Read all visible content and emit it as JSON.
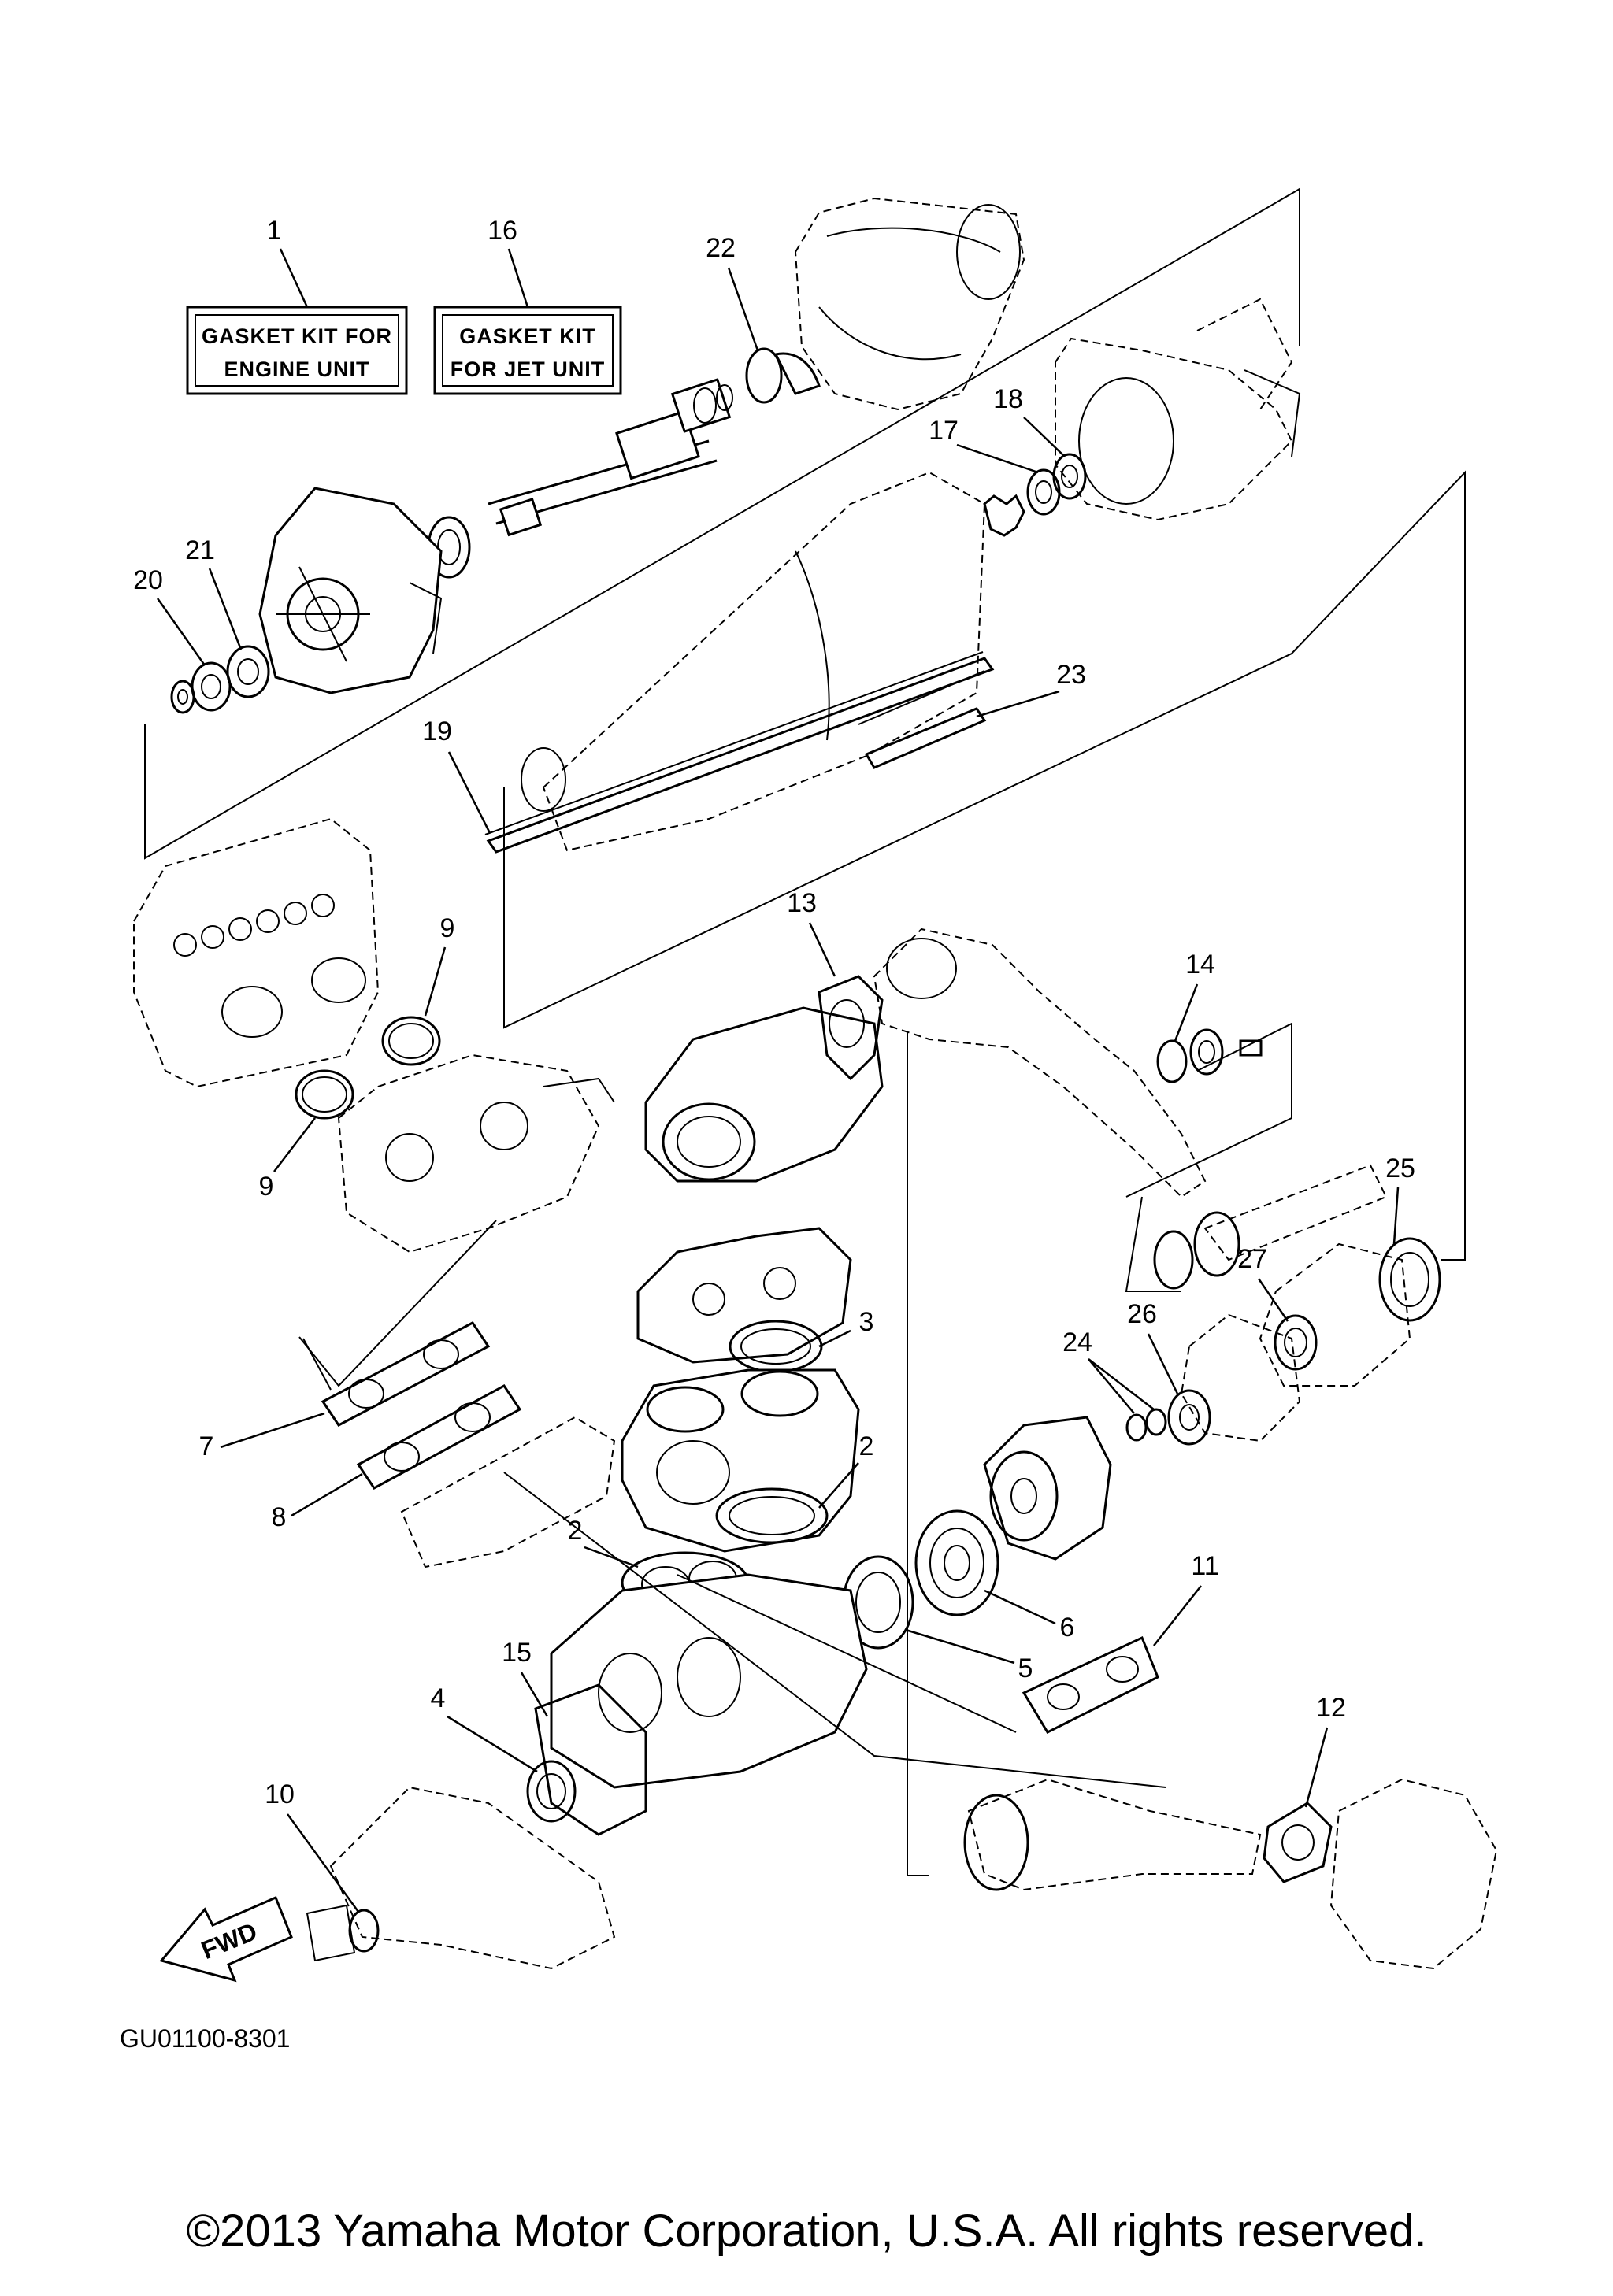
{
  "kits": [
    {
      "number": "1",
      "line1": "GASKET KIT FOR",
      "line2": "ENGINE UNIT"
    },
    {
      "number": "16",
      "line1": "GASKET KIT",
      "line2": "FOR JET UNIT"
    }
  ],
  "part_labels": {
    "p2a": "2",
    "p2b": "2",
    "p3": "3",
    "p4": "4",
    "p5": "5",
    "p6": "6",
    "p7": "7",
    "p8": "8",
    "p9a": "9",
    "p9b": "9",
    "p10": "10",
    "p11": "11",
    "p12": "12",
    "p13": "13",
    "p14": "14",
    "p15": "15",
    "p17": "17",
    "p18": "18",
    "p19": "19",
    "p20": "20",
    "p21": "21",
    "p22": "22",
    "p23": "23",
    "p24": "24",
    "p25": "25",
    "p26": "26",
    "p27": "27"
  },
  "fwd_label": "FWD",
  "diagram_code": "GU01100-8301",
  "copyright": "©2013 Yamaha Motor Corporation, U.S.A. All rights reserved."
}
